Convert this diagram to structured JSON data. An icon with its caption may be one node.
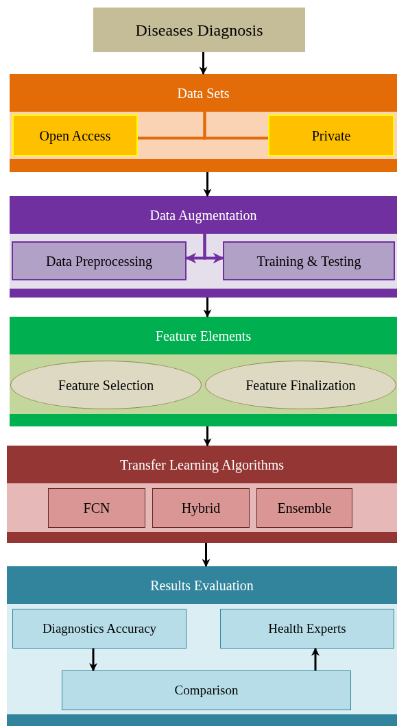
{
  "diagram": {
    "nodes": [
      {
        "text": [
          "Diseases Diagnosis"
        ]
      },
      {
        "text": [],
        "shape": "box"
      },
      {
        "text": [
          "Data Sets"
        ],
        "in": 1
      },
      {
        "text": [
          "Open Access"
        ],
        "in": 1
      },
      {
        "text": [
          "Private"
        ],
        "in": 1
      },
      {
        "text": [],
        "shape": "box"
      },
      {
        "text": [
          "Data Augmentation"
        ],
        "in": 5
      },
      {
        "text": [
          "Data Preprocessing"
        ],
        "in": 5
      },
      {
        "text": [
          "Training & Testing"
        ],
        "in": 5
      },
      {
        "text": [],
        "shape": "box"
      },
      {
        "text": [
          "Feature Elements"
        ],
        "in": 9
      },
      {
        "text": [
          "Feature Selection"
        ],
        "in": 9
      },
      {
        "text": [
          "Feature Finalization"
        ],
        "in": 9
      },
      {
        "text": [],
        "shape": "box"
      },
      {
        "text": [
          "Transfer Learning Algorithms"
        ],
        "in": 13
      },
      {
        "text": [
          "FCN"
        ],
        "in": 13
      },
      {
        "text": [
          "Hybrid"
        ],
        "in": 13
      },
      {
        "text": [
          "Ensemble"
        ],
        "in": 13
      },
      {
        "text": [],
        "shape": "box"
      },
      {
        "text": [
          "Results Evaluation"
        ],
        "in": 18
      },
      {
        "text": [
          "Diagnostics Accuracy"
        ],
        "in": 18
      },
      {
        "text": [
          "Health Experts"
        ],
        "in": 18
      },
      {
        "text": [
          "Comparison"
        ],
        "in": 18
      }
    ],
    "edges": [
      {
        "from": 0,
        "to": 1,
        "arrow": "to"
      },
      {
        "from": 2,
        "to": 3,
        "arrow": "none",
        "color": "#e26b0a"
      },
      {
        "from": 2,
        "to": 4,
        "arrow": "none",
        "color": "#e26b0a"
      },
      {
        "from": 1,
        "to": 5,
        "arrow": "to"
      },
      {
        "from": 6,
        "to": 7,
        "arrow": "to",
        "color": "#7030a0"
      },
      {
        "from": 6,
        "to": 8,
        "arrow": "to",
        "color": "#7030a0"
      },
      {
        "from": 5,
        "to": 9,
        "arrow": "to"
      },
      {
        "from": 9,
        "to": 13,
        "arrow": "to"
      },
      {
        "from": 13,
        "to": 18,
        "arrow": "to"
      },
      {
        "from": 20,
        "to": 22,
        "arrow": "to"
      },
      {
        "from": 22,
        "to": 21,
        "arrow": "to"
      }
    ]
  }
}
